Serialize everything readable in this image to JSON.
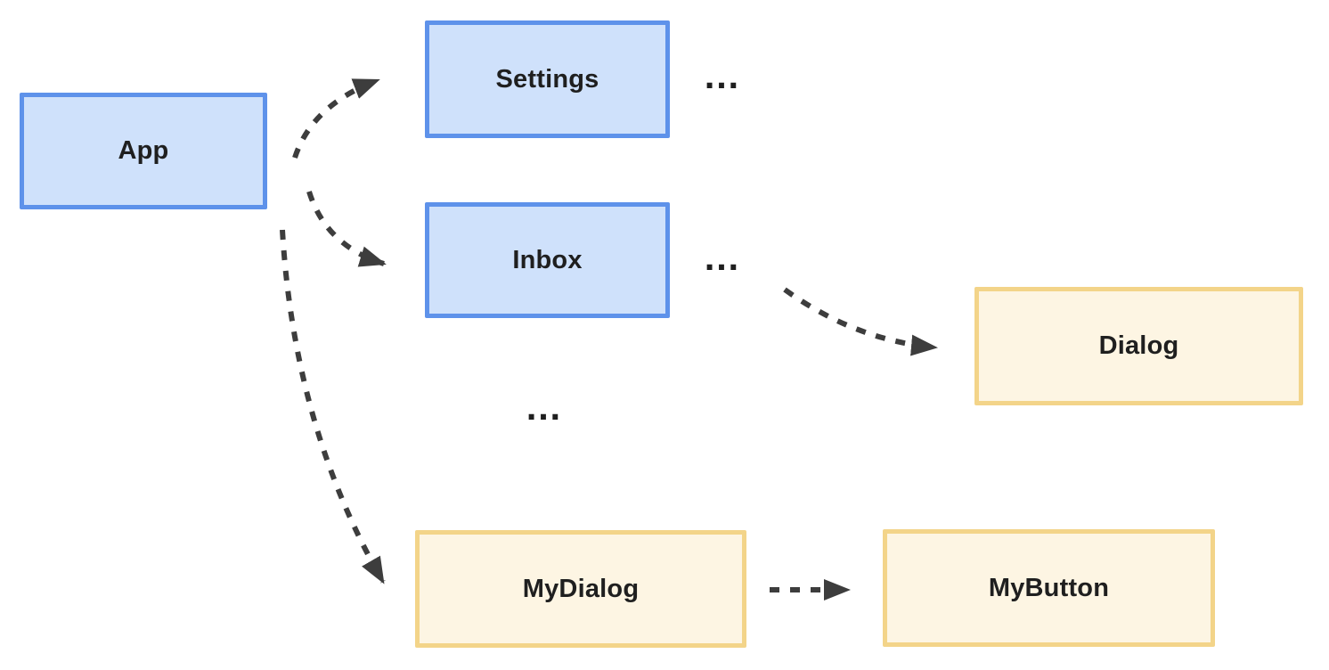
{
  "diagram": {
    "title": "component-render-tree-diagram",
    "nodes": {
      "app": {
        "label": "App",
        "kind": "blue"
      },
      "settings": {
        "label": "Settings",
        "kind": "blue"
      },
      "inbox": {
        "label": "Inbox",
        "kind": "blue"
      },
      "dialog": {
        "label": "Dialog",
        "kind": "yellow"
      },
      "mydialog": {
        "label": "MyDialog",
        "kind": "yellow"
      },
      "mybutton": {
        "label": "MyButton",
        "kind": "yellow"
      }
    },
    "ellipsis": {
      "after_settings": "…",
      "after_inbox": "…",
      "middle": "…"
    },
    "edges": [
      {
        "from": "App",
        "to": "Settings",
        "style": "dashed-curved"
      },
      {
        "from": "App",
        "to": "Inbox",
        "style": "dashed-curved"
      },
      {
        "from": "App",
        "to": "MyDialog",
        "style": "dashed-curved"
      },
      {
        "from": "Inbox …",
        "to": "Dialog",
        "style": "dashed-curved"
      },
      {
        "from": "MyDialog",
        "to": "MyButton",
        "style": "dashed-straight"
      }
    ],
    "colors": {
      "blue_node_fill": "#cfe1fb",
      "blue_node_border": "#5e92ea",
      "yellow_node_fill": "#fdf5e3",
      "yellow_node_border": "#f3d489",
      "arrow": "#3d3d3d",
      "text": "#1f1f1f",
      "background": "#ffffff"
    }
  }
}
